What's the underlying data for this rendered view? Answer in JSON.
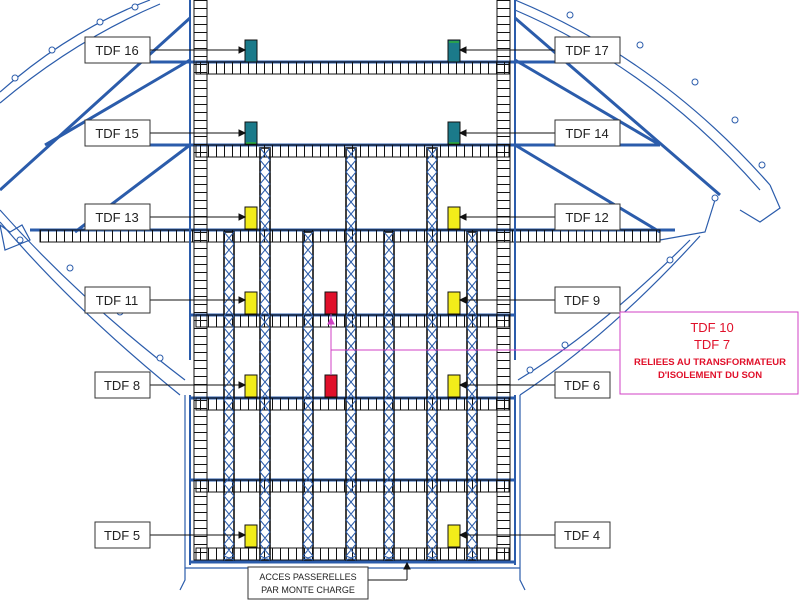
{
  "labels": {
    "tdf16": "TDF 16",
    "tdf17": "TDF 17",
    "tdf15": "TDF 15",
    "tdf14": "TDF 14",
    "tdf13": "TDF 13",
    "tdf12": "TDF 12",
    "tdf11": "TDF 11",
    "tdf9": "TDF 9",
    "tdf8": "TDF 8",
    "tdf6": "TDF 6",
    "tdf5": "TDF 5",
    "tdf4": "TDF 4"
  },
  "note": {
    "line1": "TDF 10",
    "line2": "TDF 7",
    "line3": "RELIEES AU TRANSFORMATEUR",
    "line4": "D'ISOLEMENT DU SON"
  },
  "access": {
    "line1": "ACCES PASSERELLES",
    "line2": "PAR MONTE CHARGE"
  },
  "colors": {
    "structure": "#2b5cab",
    "teal": "#1b7a8a",
    "yellow": "#f2ec1a",
    "red": "#e0102a",
    "pink": "#d042c4"
  }
}
